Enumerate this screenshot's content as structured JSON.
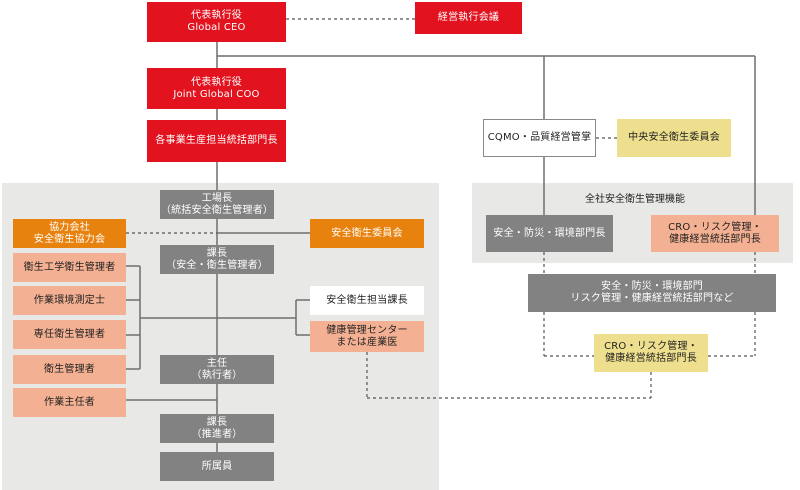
{
  "diagram": {
    "ceo": [
      "代表執行役",
      "Global CEO"
    ],
    "exec_meeting": [
      "経営執行会議"
    ],
    "coo": [
      "代表執行役",
      "Joint Global COO"
    ],
    "business_heads": [
      "各事業生産担当統括部門長"
    ],
    "cqmo": [
      "CQMO・品質経営管掌"
    ],
    "central_committee": [
      "中央安全衛生委員会"
    ],
    "company_panel_title": "全社安全衛生管理機能",
    "safety_head": [
      "安全・防災・環境部門長"
    ],
    "cro_head_top": [
      "CRO・リスク管理・",
      "健康経営統括部門長"
    ],
    "dept_group": [
      "安全・防災・環境部門",
      "リスク管理・健康経営統括部門など"
    ],
    "cro_head_bottom": [
      "CRO・リスク管理・",
      "健康経営統括部門長"
    ],
    "plant_manager": [
      "工場長",
      "（統括安全衛生管理者）"
    ],
    "partner_association": [
      "協力会社",
      "安全衛生協力会"
    ],
    "safety_committee": [
      "安全衛生委員会"
    ],
    "section_chief_safety": [
      "課長",
      "（安全・衛生管理者）"
    ],
    "left_roles": [
      [
        "衛生工学衛生管理者"
      ],
      [
        "作業環境測定士"
      ],
      [
        "専任衛生管理者"
      ],
      [
        "衛生管理者"
      ],
      [
        "作業主任者"
      ]
    ],
    "safety_section_head": [
      "安全衛生担当課長"
    ],
    "health_center": [
      "健康管理センター",
      "または産業医"
    ],
    "supervisor": [
      "主任",
      "（執行者）"
    ],
    "section_chief_promoter": [
      "課長",
      "（推進者）"
    ],
    "staff": [
      "所属員"
    ]
  },
  "colors": {
    "executive_red": "#e2121f",
    "management_gray": "#828282",
    "committee_orange": "#e8820e",
    "specialist_salmon": "#f4b092",
    "committee_yellow": "#eedf8e",
    "panel_gray": "#e8e8e6"
  }
}
